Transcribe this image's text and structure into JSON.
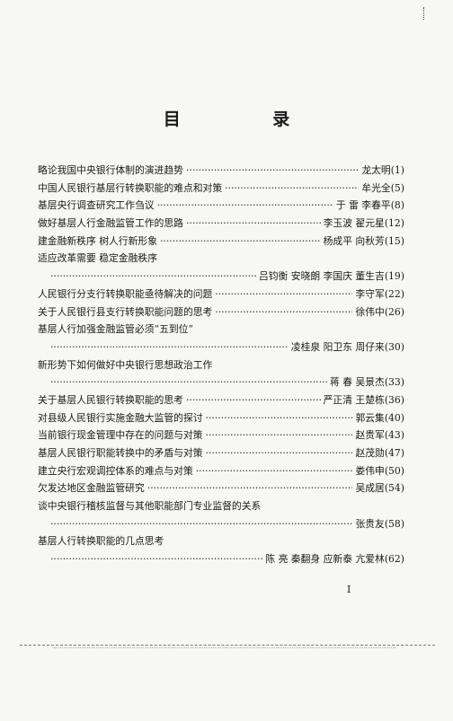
{
  "heading": "目 录",
  "entries": [
    {
      "type": "line",
      "title": "略论我国中央银行体制的演进趋势",
      "author": "龙太明(1)"
    },
    {
      "type": "line",
      "title": "中国人民银行基层行转换职能的难点和对策",
      "author": "牟光全(5)"
    },
    {
      "type": "line",
      "title": "基层央行调查研究工作刍议",
      "author": "于 雷 李春平(8)"
    },
    {
      "type": "line",
      "title": "做好基层人行金融监管工作的思路",
      "author": "李玉波 翟元星(12)"
    },
    {
      "type": "line",
      "title": "建金融新秩序 树人行新形象",
      "author": "杨成平 向秋芳(15)"
    },
    {
      "type": "head",
      "title": "适应改革需要 稳定金融秩序"
    },
    {
      "type": "cont",
      "author": "吕钧衡 安晓朗 李国庆 董生吉(19)"
    },
    {
      "type": "line",
      "title": "人民银行分支行转换职能亟待解决的问题",
      "author": "李守军(22)"
    },
    {
      "type": "line",
      "title": "关于人民银行县支行转换职能问题的思考",
      "author": "徐伟中(26)"
    },
    {
      "type": "head",
      "title": "基层人行加强金融监管必须“五到位”"
    },
    {
      "type": "cont",
      "author": "凌桂泉 阳卫东 周仔来(30)"
    },
    {
      "type": "head",
      "title": "新形势下如何做好中央银行思想政治工作"
    },
    {
      "type": "cont",
      "author": "蒋 春 吴景杰(33)"
    },
    {
      "type": "line",
      "title": "关于基层人民银行转换职能的思考",
      "author": "严正清 王楚栋(36)"
    },
    {
      "type": "line",
      "title": "对县级人民银行实施金融大监管的探讨",
      "author": "郭云集(40)"
    },
    {
      "type": "line",
      "title": "当前银行现金管理中存在的问题与对策",
      "author": "赵贵军(43)"
    },
    {
      "type": "line",
      "title": "基层人民银行职能转换中的矛盾与对策",
      "author": "赵茂勋(47)"
    },
    {
      "type": "line",
      "title": "建立央行宏观调控体系的难点与对策",
      "author": "娄伟申(50)"
    },
    {
      "type": "line",
      "title": "欠发达地区金融监管研究",
      "author": "吴成居(54)"
    },
    {
      "type": "head",
      "title": "谈中央银行稽核监督与其他职能部门专业监督的关系"
    },
    {
      "type": "cont",
      "author": "张贵友(58)"
    },
    {
      "type": "head",
      "title": "基层人行转换职能的几点思考"
    },
    {
      "type": "cont",
      "author": "陈 亮 秦翻身 应新泰 亢爱林(62)"
    }
  ],
  "page_number": "I"
}
